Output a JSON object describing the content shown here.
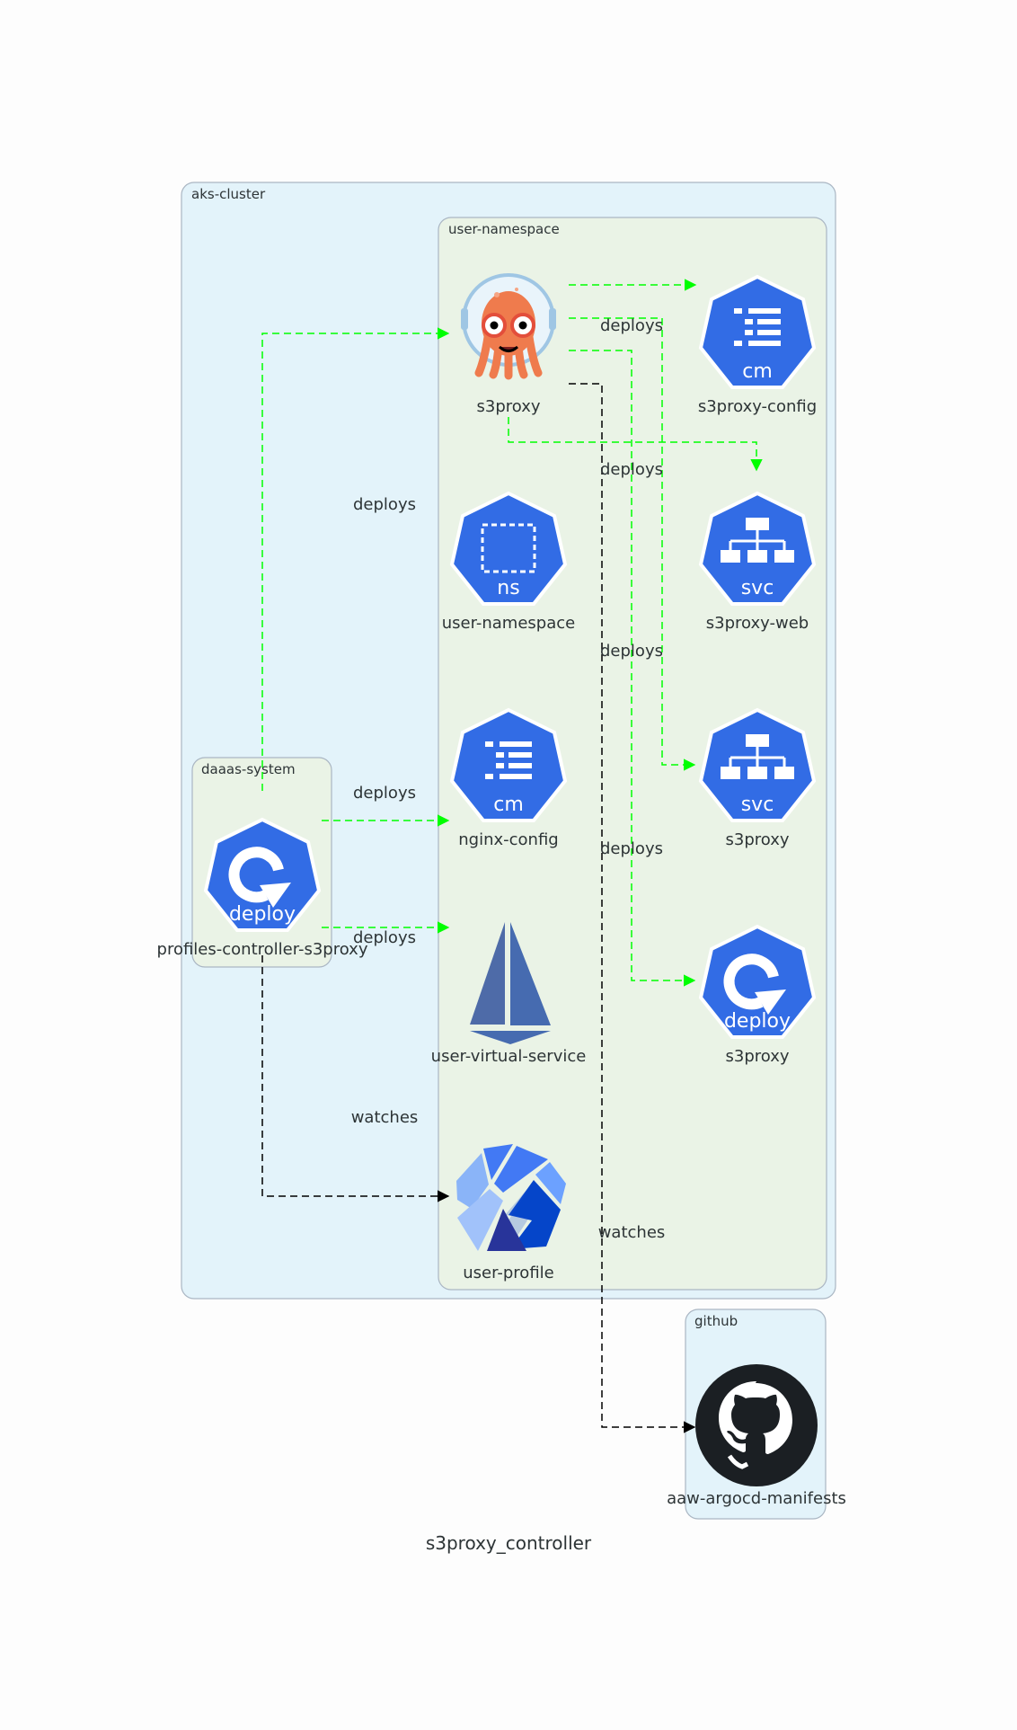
{
  "title": "s3proxy_controller",
  "clusters": {
    "aks": "aks-cluster",
    "user_ns": "user-namespace",
    "daaas": "daaas-system",
    "github": "github"
  },
  "nodes": {
    "argo": "s3proxy",
    "cm_s3proxy": "s3proxy-config",
    "ns_user": "user-namespace",
    "svc_web": "s3proxy-web",
    "cm_nginx": "nginx-config",
    "svc_s3proxy": "s3proxy",
    "istio_vs": "user-virtual-service",
    "deploy_s3proxy": "s3proxy",
    "kubeflow_profile": "user-profile",
    "deploy_controller": "profiles-controller-s3proxy",
    "github_repo": "aaw-argocd-manifests"
  },
  "icons": {
    "cm": "cm",
    "ns": "ns",
    "svc": "svc",
    "deploy": "deploy"
  },
  "edges": {
    "deploys": "deploys",
    "watches": "watches"
  },
  "colors": {
    "k8s_blue": "#326ce5",
    "deploy_edge": "#00ff00",
    "watch_edge": "#000000",
    "outer_cluster_fill": "#e3f3fa",
    "inner_cluster_fill": "#eaf3e6",
    "cluster_border": "#aab6c3"
  }
}
